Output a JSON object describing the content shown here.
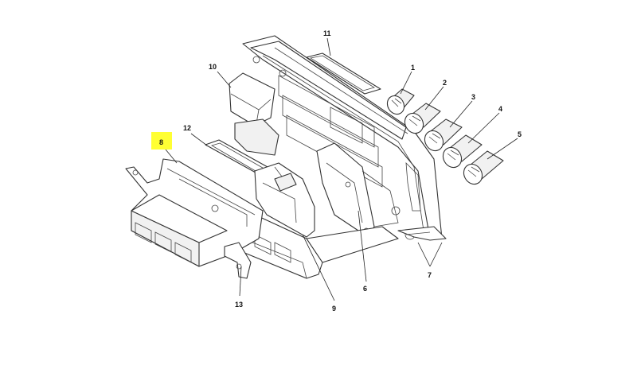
{
  "diagram": {
    "callouts": [
      {
        "id": "1",
        "text": "1"
      },
      {
        "id": "2",
        "text": "2"
      },
      {
        "id": "3",
        "text": "3"
      },
      {
        "id": "4",
        "text": "4"
      },
      {
        "id": "5",
        "text": "5"
      },
      {
        "id": "6",
        "text": "6"
      },
      {
        "id": "7",
        "text": "7"
      },
      {
        "id": "8",
        "text": "8",
        "highlighted": true
      },
      {
        "id": "9",
        "text": "9"
      },
      {
        "id": "10",
        "text": "10"
      },
      {
        "id": "11",
        "text": "11"
      },
      {
        "id": "12",
        "text": "12"
      },
      {
        "id": "13",
        "text": "13"
      }
    ],
    "colors": {
      "highlight": "#ffff33",
      "line": "#333333",
      "background": "#ffffff"
    }
  }
}
